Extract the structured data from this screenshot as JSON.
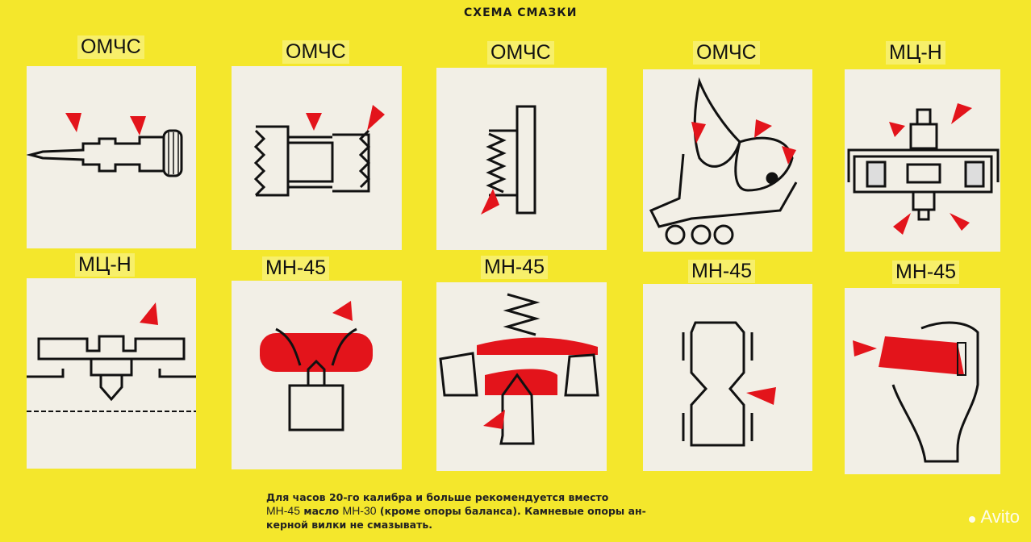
{
  "title": "СХЕМА СМАЗКИ",
  "panels": [
    {
      "label": "ОМЧС"
    },
    {
      "label": "ОМЧС"
    },
    {
      "label": "ОМЧС"
    },
    {
      "label": "ОМЧС"
    },
    {
      "label": "МЦ-Н"
    },
    {
      "label": "МЦ-Н"
    },
    {
      "label": "МН-45"
    },
    {
      "label": "МН-45"
    },
    {
      "label": "МН-45"
    },
    {
      "label": "МН-45"
    }
  ],
  "note": {
    "line1": "Для часов  20-го калибра  и больше   рекомендуется  вместо",
    "line2_a": "МН-45",
    "line2_b": " масло ",
    "line2_c": "МН-30",
    "line2_d": "  (кроме опоры баланса). Камневые опоры ан-",
    "line3": "керной вилки не смазывать."
  },
  "watermark": "Avito",
  "colors": {
    "background": "#f4e72c",
    "panel": "#f2efe6",
    "marker": "#e3141b",
    "ink": "#111111"
  }
}
